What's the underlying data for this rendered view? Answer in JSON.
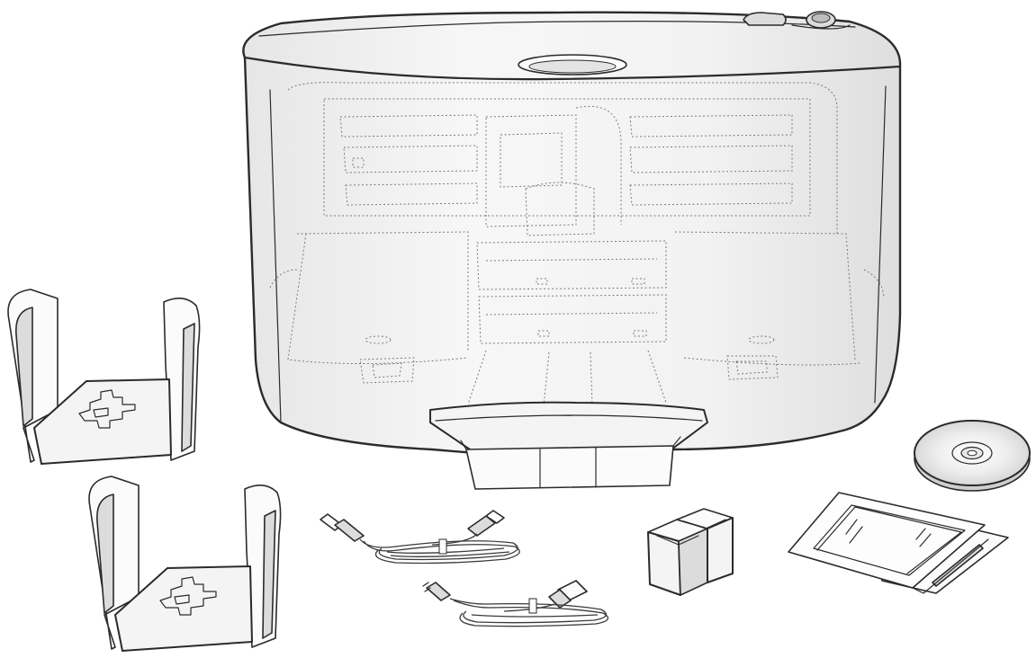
{
  "figure": {
    "components": [
      {
        "id": "disc-publisher",
        "icon": "disc-publisher-icon"
      },
      {
        "id": "disc-bin-upper",
        "icon": "disc-bin-icon"
      },
      {
        "id": "disc-bin-lower",
        "icon": "disc-bin-icon"
      },
      {
        "id": "usb-cable",
        "icon": "usb-cable-icon"
      },
      {
        "id": "power-cord",
        "icon": "power-cord-icon"
      },
      {
        "id": "ink-cartridges",
        "icon": "ink-cartridge-icon"
      },
      {
        "id": "software-disc",
        "icon": "cd-icon"
      },
      {
        "id": "documentation-pack",
        "icon": "document-icon"
      }
    ],
    "colors": {
      "line": "#2b2b2b",
      "body": "#f4f4f4",
      "shade": "#dcdcdc",
      "background": "#ffffff"
    }
  }
}
